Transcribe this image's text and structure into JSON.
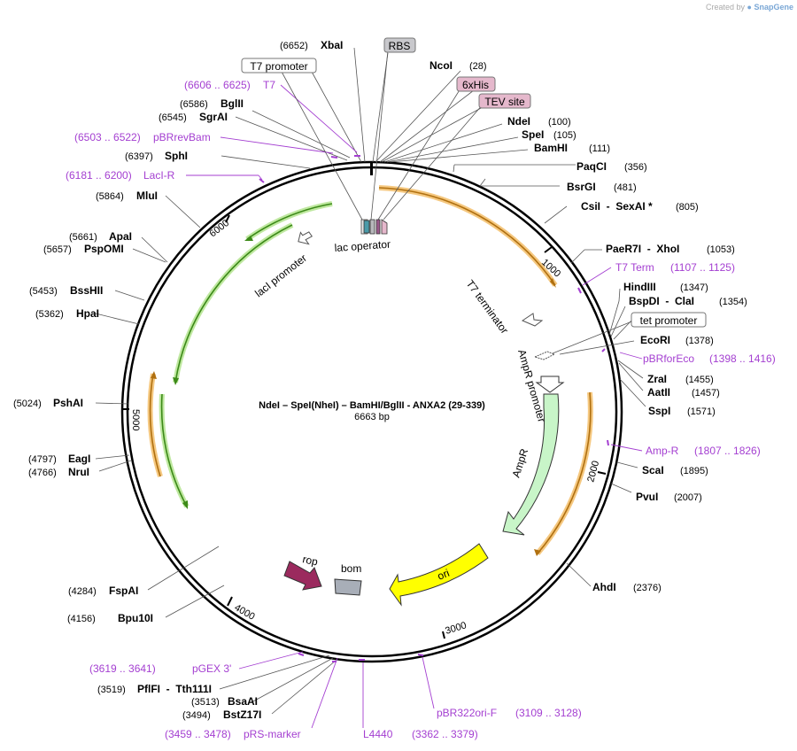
{
  "watermark": {
    "prefix": "Created by",
    "brand": "SnapGene"
  },
  "plasmid": {
    "title": "NdeI – SpeI(NheI) – BamHI/BglII - ANXA2 (29-339)",
    "size_label": "6663 bp",
    "length": 6663
  },
  "ticks": [
    {
      "bp": 1000,
      "label": "1000"
    },
    {
      "bp": 2000,
      "label": "2000"
    },
    {
      "bp": 3000,
      "label": "3000"
    },
    {
      "bp": 4000,
      "label": "4000"
    },
    {
      "bp": 5000,
      "label": "5000"
    },
    {
      "bp": 6000,
      "label": "6000"
    }
  ],
  "sites": [
    {
      "name": "XbaI",
      "pos": "(6652)",
      "side": "left",
      "bp": 6652
    },
    {
      "name": "NcoI",
      "pos": "(28)",
      "side": "right",
      "bp": 28
    },
    {
      "name": "NdeI",
      "pos": "(100)",
      "side": "right",
      "bp": 100
    },
    {
      "name": "SpeI",
      "pos": "(105)",
      "side": "right",
      "bp": 105
    },
    {
      "name": "BamHI",
      "pos": "(111)",
      "side": "right",
      "bp": 111
    },
    {
      "name": "PaqCI",
      "pos": "(356)",
      "side": "right",
      "bp": 356
    },
    {
      "name": "BsrGI",
      "pos": "(481)",
      "side": "right",
      "bp": 481
    },
    {
      "name": "CsiI  -  SexAI *",
      "pos": "(805)",
      "side": "right",
      "bp": 805
    },
    {
      "name": "PaeR7I  -  XhoI",
      "pos": "(1053)",
      "side": "right",
      "bp": 1053
    },
    {
      "name": "HindIII",
      "pos": "(1347)",
      "side": "right",
      "bp": 1347
    },
    {
      "name": "BspDI  -  ClaI",
      "pos": "(1354)",
      "side": "right",
      "bp": 1354
    },
    {
      "name": "EcoRI",
      "pos": "(1378)",
      "side": "right",
      "bp": 1378
    },
    {
      "name": "ZraI",
      "pos": "(1455)",
      "side": "right",
      "bp": 1455
    },
    {
      "name": "AatII",
      "pos": "(1457)",
      "side": "right",
      "bp": 1457
    },
    {
      "name": "SspI",
      "pos": "(1571)",
      "side": "right",
      "bp": 1571
    },
    {
      "name": "ScaI",
      "pos": "(1895)",
      "side": "right",
      "bp": 1895
    },
    {
      "name": "PvuI",
      "pos": "(2007)",
      "side": "right",
      "bp": 2007
    },
    {
      "name": "AhdI",
      "pos": "(2376)",
      "side": "right",
      "bp": 2376
    },
    {
      "name": "PflFI  -  Tth111I",
      "pos": "(3519)",
      "side": "left",
      "bp": 3519
    },
    {
      "name": "BsaAI",
      "pos": "(3513)",
      "side": "left",
      "bp": 3513
    },
    {
      "name": "BstZ17I",
      "pos": "(3494)",
      "side": "left",
      "bp": 3494
    },
    {
      "name": "Bpu10I",
      "pos": "(4156)",
      "side": "left",
      "bp": 4156
    },
    {
      "name": "FspAI",
      "pos": "(4284)",
      "side": "left",
      "bp": 4284
    },
    {
      "name": "NruI",
      "pos": "(4766)",
      "side": "left",
      "bp": 4766
    },
    {
      "name": "EagI",
      "pos": "(4797)",
      "side": "left",
      "bp": 4797
    },
    {
      "name": "PshAI",
      "pos": "(5024)",
      "side": "left",
      "bp": 5024
    },
    {
      "name": "HpaI",
      "pos": "(5362)",
      "side": "left",
      "bp": 5362
    },
    {
      "name": "BssHII",
      "pos": "(5453)",
      "side": "left",
      "bp": 5453
    },
    {
      "name": "PspOMI",
      "pos": "(5657)",
      "side": "left",
      "bp": 5657
    },
    {
      "name": "ApaI",
      "pos": "(5661)",
      "side": "left",
      "bp": 5661
    },
    {
      "name": "MluI",
      "pos": "(5864)",
      "side": "left",
      "bp": 5864
    },
    {
      "name": "SphI",
      "pos": "(6397)",
      "side": "left",
      "bp": 6397
    },
    {
      "name": "SgrAI",
      "pos": "(6545)",
      "side": "left",
      "bp": 6545
    },
    {
      "name": "BglII",
      "pos": "(6586)",
      "side": "left",
      "bp": 6586
    }
  ],
  "primers": [
    {
      "name": "T7",
      "range": "(6606 .. 6625)",
      "side": "left"
    },
    {
      "name": "pBRrevBam",
      "range": "(6503 .. 6522)",
      "side": "left"
    },
    {
      "name": "LacI-R",
      "range": "(6181 .. 6200)",
      "side": "left"
    },
    {
      "name": "T7 Term",
      "range": "(1107 .. 1125)",
      "side": "right"
    },
    {
      "name": "pBRforEco",
      "range": "(1398 .. 1416)",
      "side": "right"
    },
    {
      "name": "Amp-R",
      "range": "(1807 .. 1826)",
      "side": "right"
    },
    {
      "name": "pBR322ori-F",
      "range": "(3109 .. 3128)",
      "side": "bottom"
    },
    {
      "name": "L4440",
      "range": "(3362 .. 3379)",
      "side": "bottom"
    },
    {
      "name": "pRS-marker",
      "range": "(3459 .. 3478)",
      "side": "bottom"
    },
    {
      "name": "pGEX 3'",
      "range": "(3619 .. 3641)",
      "side": "bottom"
    }
  ],
  "boxed_features": [
    {
      "name": "RBS",
      "fill": "#c8c8cc"
    },
    {
      "name": "T7 promoter",
      "fill": "#ffffff"
    },
    {
      "name": "6xHis",
      "fill": "#e5b8cc"
    },
    {
      "name": "TEV site",
      "fill": "#e5b8cc"
    },
    {
      "name": "tet promoter",
      "fill": "#ffffff"
    }
  ],
  "features": [
    {
      "name": "lac operator"
    },
    {
      "name": "lacI promoter"
    },
    {
      "name": "T7 terminator"
    },
    {
      "name": "AmpR promoter"
    },
    {
      "name": "AmpR",
      "color": "#c8f5c8"
    },
    {
      "name": "ori",
      "color": "#ffff00"
    },
    {
      "name": "rop",
      "color": "#9b2a5e"
    },
    {
      "name": "bom",
      "color": "#a8aeb8"
    }
  ],
  "colors": {
    "orf_orange": "#f0a030",
    "orf_green": "#48a828",
    "primer": "#a43fd1"
  }
}
